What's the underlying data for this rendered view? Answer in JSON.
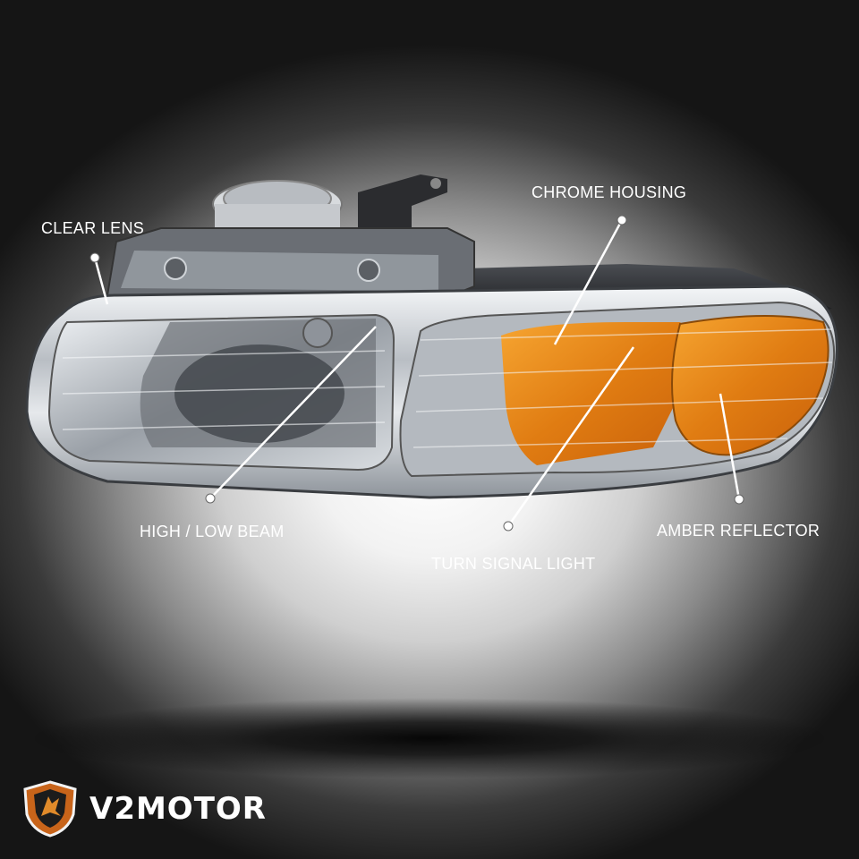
{
  "callouts": {
    "clear_lens": "CLEAR LENS",
    "chrome_housing": "CHROME HOUSING",
    "high_low_beam": "HIGH / LOW BEAM",
    "turn_signal": "TURN SIGNAL LIGHT",
    "amber_reflector": "AMBER REFLECTOR"
  },
  "brand": {
    "name": "V2MOTOR"
  },
  "colors": {
    "amber": "#e8891a",
    "chrome": "#c9cdd2",
    "label": "#ffffff"
  }
}
